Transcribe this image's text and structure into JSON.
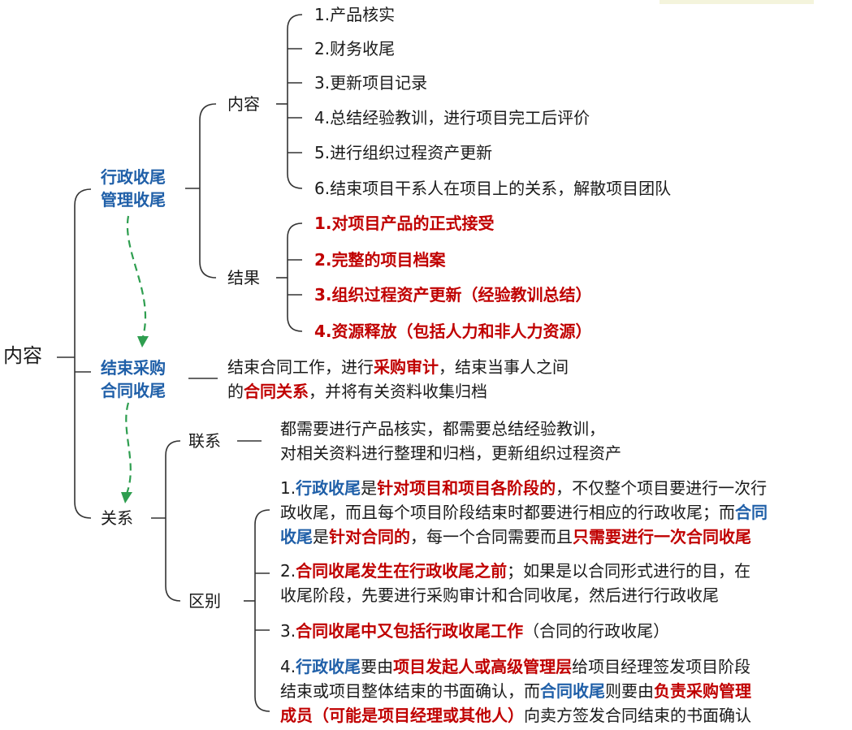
{
  "root": "内容",
  "admin_closure": {
    "title_line1": "行政收尾",
    "title_line2": "管理收尾",
    "content_label": "内容",
    "content_items": [
      "1.产品核实",
      "2.财务收尾",
      "3.更新项目记录",
      "4.总结经验教训，进行项目完工后评价",
      "5.进行组织过程资产更新",
      "6.结束项目干系人在项目上的关系，解散项目团队"
    ],
    "result_label": "结果",
    "result_items": [
      "1.对项目产品的正式接受",
      "2.完整的项目档案",
      "3.组织过程资产更新（经验教训总结）",
      "4.资源释放（包括人力和非人力资源）"
    ]
  },
  "contract_closure": {
    "title_line1": "结束采购",
    "title_line2": "合同收尾",
    "desc": {
      "p1": "结束合同工作，进行",
      "p2": "采购审计",
      "p3": "，结束当事人之间",
      "p4": "的",
      "p5": "合同关系",
      "p6": "，并将有关资料收集归档"
    }
  },
  "relation": {
    "title": "关系",
    "link_label": "联系",
    "link_line1": "都需要进行产品核实，都需要总结经验教训，",
    "link_line2": "对相关资料进行整理和归档，更新组织过程资产",
    "diff_label": "区别",
    "diff1": {
      "a": "1.",
      "b": "行政收尾",
      "c": "是",
      "d": "针对项目和项目各阶段的",
      "e": "，不仅整个项目要进行一次行",
      "f": "政收尾，而且每个项目阶段结束时都要进行相应的行政收尾；而",
      "g": "合同",
      "h": "收尾",
      "i": "是",
      "j": "针对合同的",
      "k": "，每一个合同需要而且",
      "l": "只需要进行一次合同收尾"
    },
    "diff2": {
      "a": "2.",
      "b": "合同收尾发生在行政收尾之前",
      "c": "；如果是以合同形式进行的目，在",
      "d": "收尾阶段，先要进行采购审计和合同收尾，然后进行行政收尾"
    },
    "diff3": {
      "a": "3.",
      "b": "合同收尾中又包括行政收尾工作",
      "c": "（合同的行政收尾）"
    },
    "diff4": {
      "a": "4.",
      "b": "行政收尾",
      "c": "要由",
      "d": "项目发起人或高级管理层",
      "e": "给项目经理签发项目阶段",
      "f": "结束或项目整体结束的书面确认，而",
      "g": "合同收尾",
      "h": "则要由",
      "i": "负责采购管理",
      "j": "成员（可能是项目经理或其他人）",
      "k": "向卖方签发合同结束的书面确认"
    }
  },
  "colors": {
    "blue": "#1f5fa8",
    "red": "#c00000",
    "green_arrow": "#2e9e4f",
    "line": "#333333"
  }
}
